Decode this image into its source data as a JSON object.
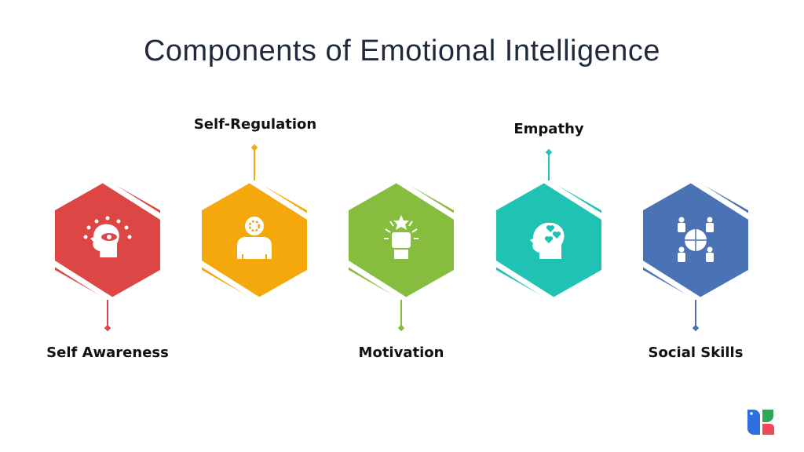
{
  "title": "Components of Emotional Intelligence",
  "components": [
    {
      "label": "Self Awareness",
      "color": "#dc4746",
      "icon": "eye-head-icon",
      "connector": "bottom"
    },
    {
      "label": "Self-Regulation",
      "color": "#f4a80c",
      "icon": "gear-person-icon",
      "connector": "top"
    },
    {
      "label": "Motivation",
      "color": "#86bd3e",
      "icon": "fist-star-icon",
      "connector": "bottom"
    },
    {
      "label": "Empathy",
      "color": "#1fc2b3",
      "icon": "hearts-head-icon",
      "connector": "top"
    },
    {
      "label": "Social Skills",
      "color": "#4a73b6",
      "icon": "people-puzzle-icon",
      "connector": "bottom"
    }
  ],
  "logo": {
    "icon": "brand-logo-icon",
    "colors": [
      "#2f6fe0",
      "#2fa65a",
      "#f0485a"
    ]
  }
}
